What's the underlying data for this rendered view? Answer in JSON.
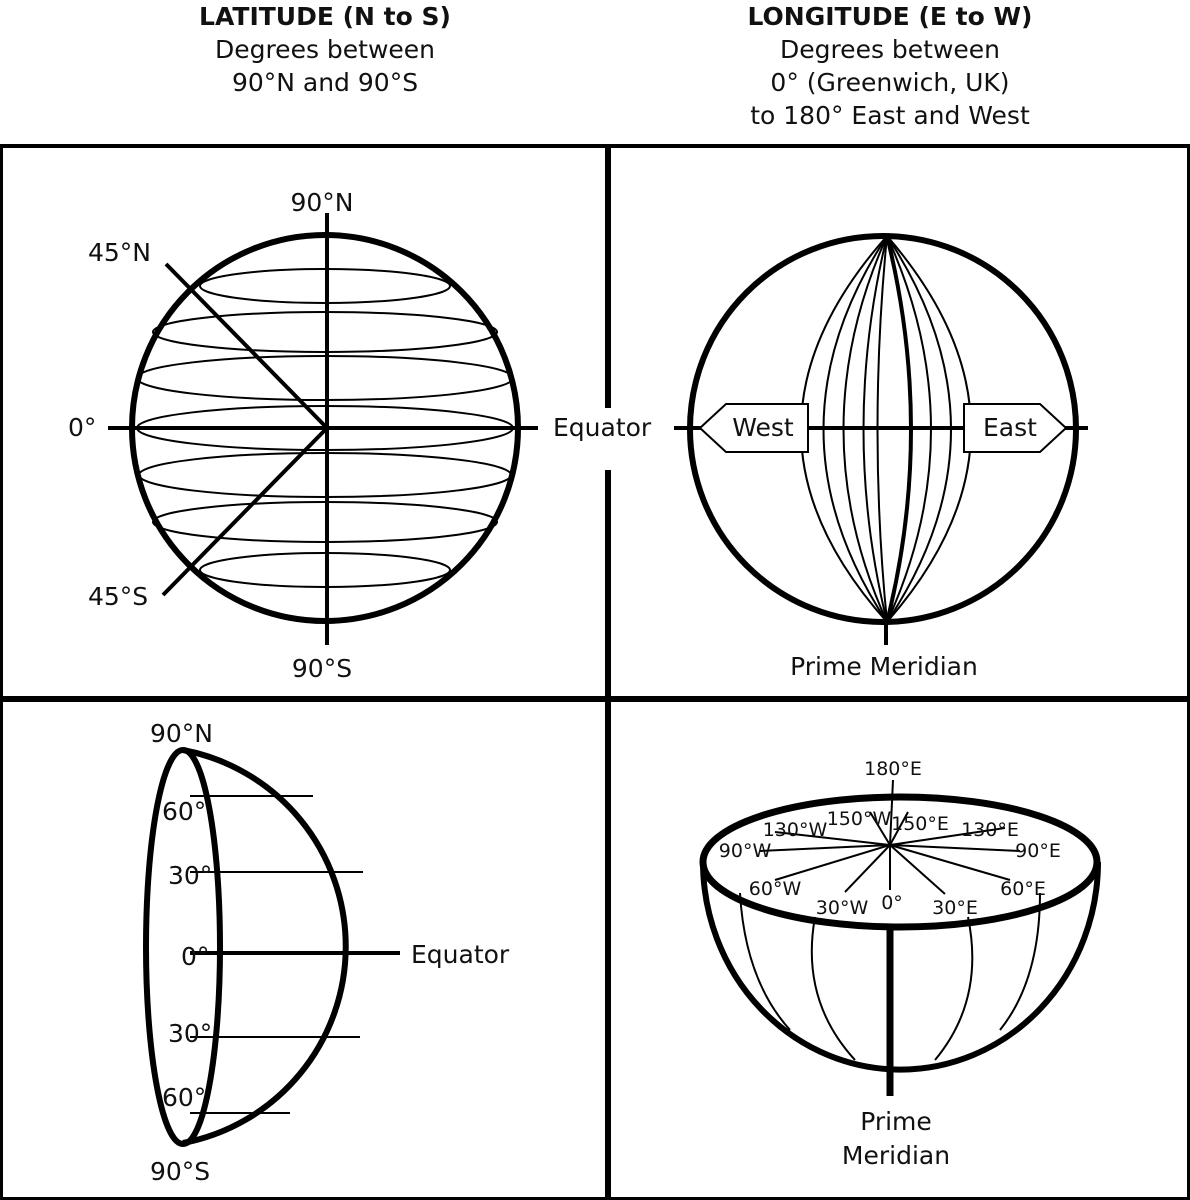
{
  "header_left": {
    "title": "LATITUDE (N to S)",
    "line1": "Degrees between",
    "line2": "90°N and 90°S"
  },
  "header_right": {
    "title": "LONGITUDE (E to W)",
    "line1": "Degrees between",
    "line2": "0° (Greenwich, UK)",
    "line3": "to 180° East and West"
  },
  "latitude_globe": {
    "north": "90°N",
    "south": "90°S",
    "n45": "45°N",
    "s45": "45°S",
    "zero": "0°",
    "equator": "Equator"
  },
  "longitude_globe": {
    "west": "West",
    "east": "East",
    "prime_meridian": "Prime Meridian"
  },
  "half_globe": {
    "north": "90°N",
    "south": "90°S",
    "n60": "60°",
    "n30": "30°",
    "zero": "0°",
    "s30": "30°",
    "s60": "60°",
    "equator": "Equator"
  },
  "bowl": {
    "labels": [
      "180°E",
      "150°W",
      "150°E",
      "130°W",
      "130°E",
      "90°W",
      "90°E",
      "60°W",
      "60°E",
      "30°W",
      "0°",
      "30°E"
    ],
    "prime_1": "Prime",
    "prime_2": "Meridian"
  }
}
